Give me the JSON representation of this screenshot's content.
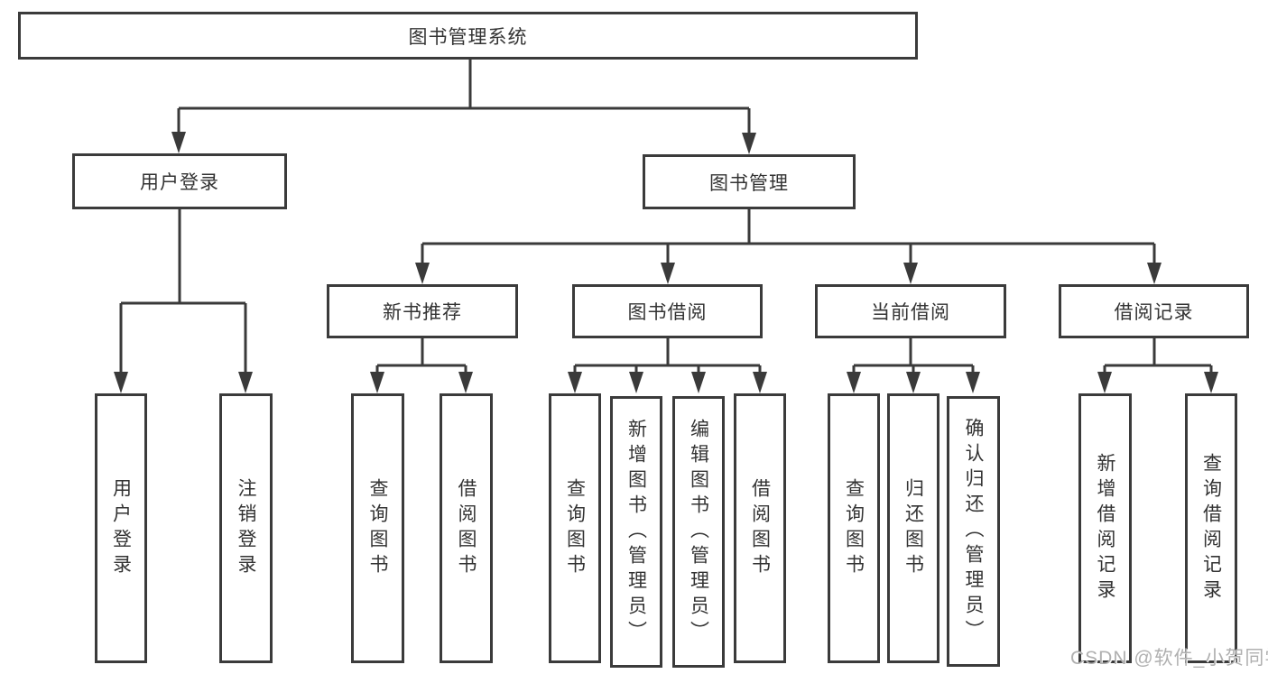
{
  "diagram": {
    "root": "图书管理系统",
    "level2": [
      {
        "label": "用户登录",
        "children": [
          "用户登录",
          "注销登录"
        ]
      },
      {
        "label": "图书管理"
      }
    ],
    "level3": [
      {
        "label": "新书推荐",
        "children": [
          "查询图书",
          "借阅图书"
        ]
      },
      {
        "label": "图书借阅",
        "children": [
          "查询图书",
          "新增图书（管理员）",
          "编辑图书（管理员）",
          "借阅图书"
        ]
      },
      {
        "label": "当前借阅",
        "children": [
          "查询图书",
          "归还图书",
          "确认归还（管理员）"
        ]
      },
      {
        "label": "借阅记录",
        "children": [
          "新增借阅记录",
          "查询借阅记录"
        ]
      }
    ]
  },
  "colors": {
    "line": "#3a3a3a",
    "text": "#333333",
    "watermark": "#b0b0b0"
  },
  "watermark": {
    "text": "CSDN @软件_小贺同学"
  }
}
